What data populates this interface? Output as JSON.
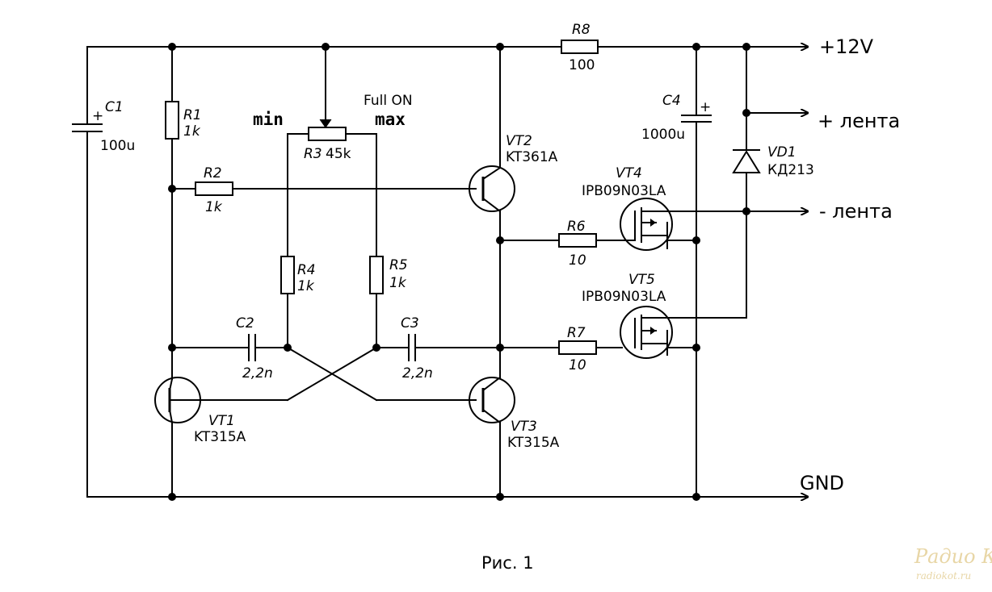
{
  "caption": "Рис. 1",
  "rails": {
    "vcc": "+12V",
    "gnd": "GND",
    "led_plus": "+ лента",
    "led_minus": "- лента"
  },
  "pot": {
    "min": "min",
    "full_on": "Full ON",
    "max": "max"
  },
  "components": {
    "C1": {
      "ref": "C1",
      "value": "100u"
    },
    "R1": {
      "ref": "R1",
      "value": "1k"
    },
    "R2": {
      "ref": "R2",
      "value": "1k"
    },
    "R3": {
      "ref": "R3",
      "value": "45k"
    },
    "R4": {
      "ref": "R4",
      "value": "1k"
    },
    "R5": {
      "ref": "R5",
      "value": "1k"
    },
    "R6": {
      "ref": "R6",
      "value": "10"
    },
    "R7": {
      "ref": "R7",
      "value": "10"
    },
    "R8": {
      "ref": "R8",
      "value": "100"
    },
    "C2": {
      "ref": "C2",
      "value": "2,2n"
    },
    "C3": {
      "ref": "C3",
      "value": "2,2n"
    },
    "C4": {
      "ref": "C4",
      "value": "1000u"
    },
    "VT1": {
      "ref": "VT1",
      "value": "KT315A"
    },
    "VT2": {
      "ref": "VT2",
      "value": "KT361A"
    },
    "VT3": {
      "ref": "VT3",
      "value": "KT315A"
    },
    "VT4": {
      "ref": "VT4",
      "value": "IPB09N03LA"
    },
    "VT5": {
      "ref": "VT5",
      "value": "IPB09N03LA"
    },
    "VD1": {
      "ref": "VD1",
      "value": "КД213"
    }
  },
  "watermark": {
    "logo": "Радио КОТ",
    "site": "radiokot.ru"
  }
}
